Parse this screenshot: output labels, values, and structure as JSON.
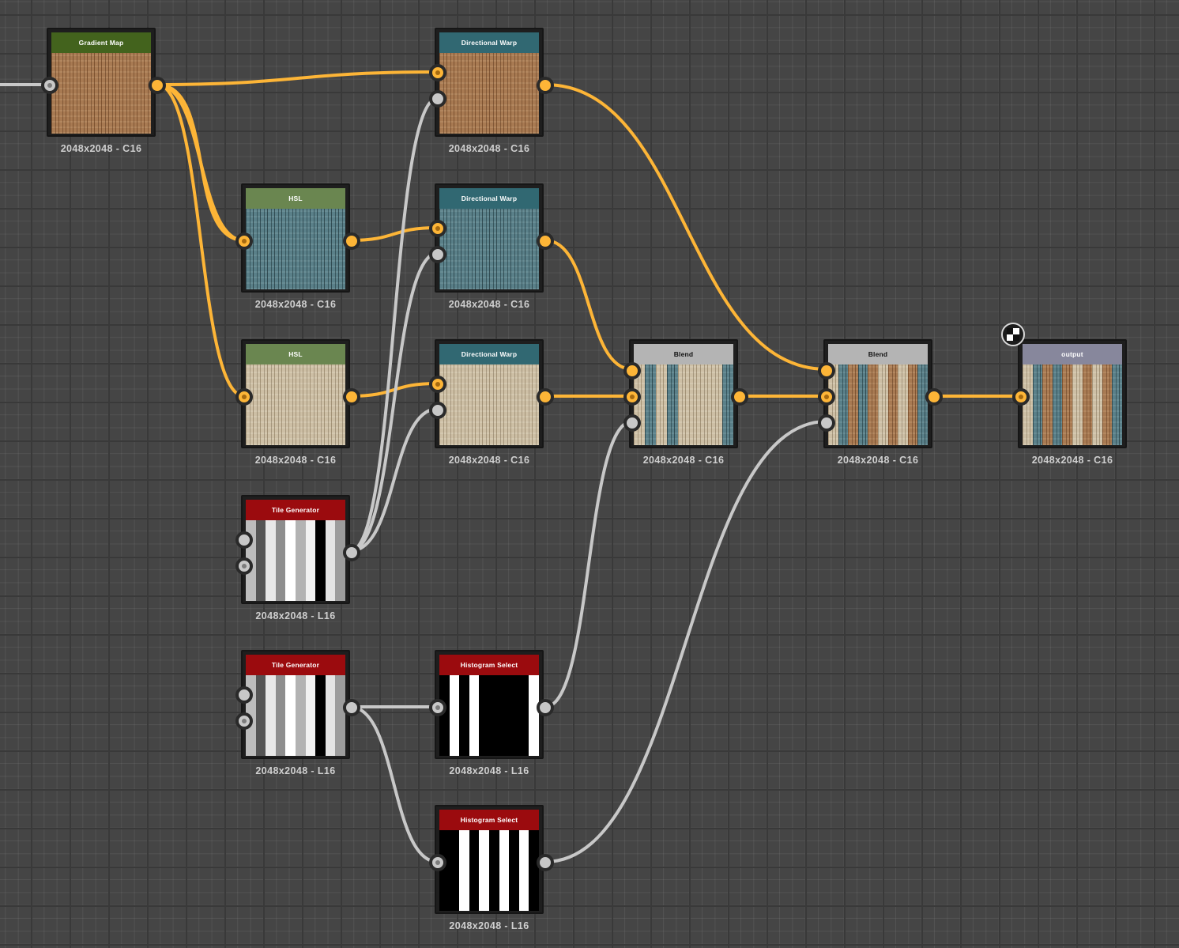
{
  "colors": {
    "connection_color": "#fdb537",
    "connection_gray": "#c8c8c8",
    "header_gradient_map": "#43631d",
    "header_hsl": "#6a8650",
    "header_directional_warp": "#316872",
    "header_blend": "#b4b4b4",
    "header_generator": "#9b0b0e",
    "header_output": "#87879c"
  },
  "nodes": [
    {
      "id": "gradient_map",
      "title": "Gradient Map",
      "resolution": "2048x2048 - C16"
    },
    {
      "id": "directional_warp_1",
      "title": "Directional Warp",
      "resolution": "2048x2048 - C16"
    },
    {
      "id": "hsl_1",
      "title": "HSL",
      "resolution": "2048x2048 - C16"
    },
    {
      "id": "directional_warp_2",
      "title": "Directional Warp",
      "resolution": "2048x2048 - C16"
    },
    {
      "id": "hsl_2",
      "title": "HSL",
      "resolution": "2048x2048 - C16"
    },
    {
      "id": "directional_warp_3",
      "title": "Directional Warp",
      "resolution": "2048x2048 - C16"
    },
    {
      "id": "blend_1",
      "title": "Blend",
      "resolution": "2048x2048 - C16"
    },
    {
      "id": "blend_2",
      "title": "Blend",
      "resolution": "2048x2048 - C16"
    },
    {
      "id": "output",
      "title": "output",
      "resolution": "2048x2048 - C16"
    },
    {
      "id": "tile_generator_1",
      "title": "Tile Generator",
      "resolution": "2048x2048 - L16"
    },
    {
      "id": "tile_generator_2",
      "title": "Tile Generator",
      "resolution": "2048x2048 - L16"
    },
    {
      "id": "histogram_select_1",
      "title": "Histogram Select",
      "resolution": "2048x2048 - L16"
    },
    {
      "id": "histogram_select_2",
      "title": "Histogram Select",
      "resolution": "2048x2048 - L16"
    }
  ],
  "icons": {
    "output_marker": "checker-icon"
  }
}
